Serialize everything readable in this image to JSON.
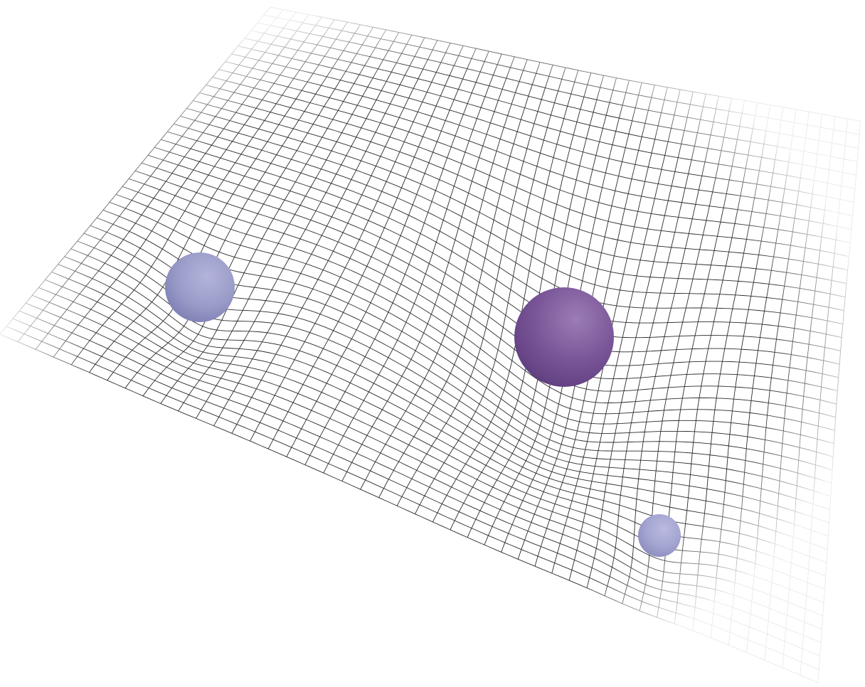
{
  "colors": {
    "background": "#ffffff",
    "grid_line": "#2b2b2b",
    "sphere_small": "#9a9cc8",
    "sphere_large": "#7d5a9a"
  },
  "masses": [
    {
      "name": "medium-sphere",
      "relative_size": 2,
      "color": "#9a9cc8"
    },
    {
      "name": "large-sphere",
      "relative_size": 3,
      "color": "#7d5a9a"
    },
    {
      "name": "small-sphere",
      "relative_size": 1,
      "color": "#a3a4d0"
    }
  ]
}
